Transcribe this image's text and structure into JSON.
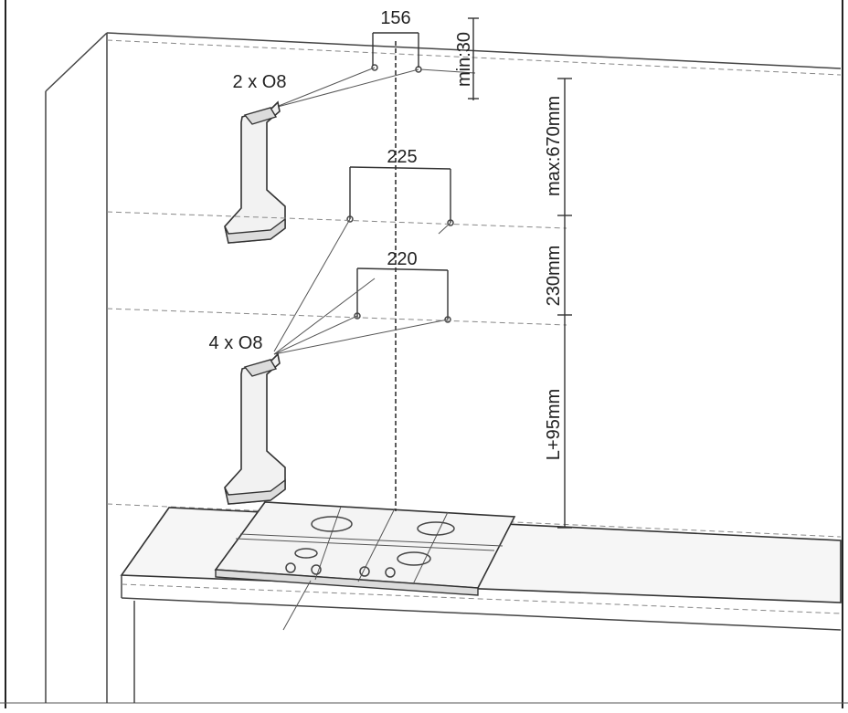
{
  "labels": {
    "top_width": "156",
    "min_gap": "min:30",
    "fixings_top": "2 x O8",
    "max_height": "max:670mm",
    "mid_width": "225",
    "lower_width": "220",
    "spacing": "230mm",
    "fixings_bottom": "4 x O8",
    "hob_height": "L+95mm"
  }
}
